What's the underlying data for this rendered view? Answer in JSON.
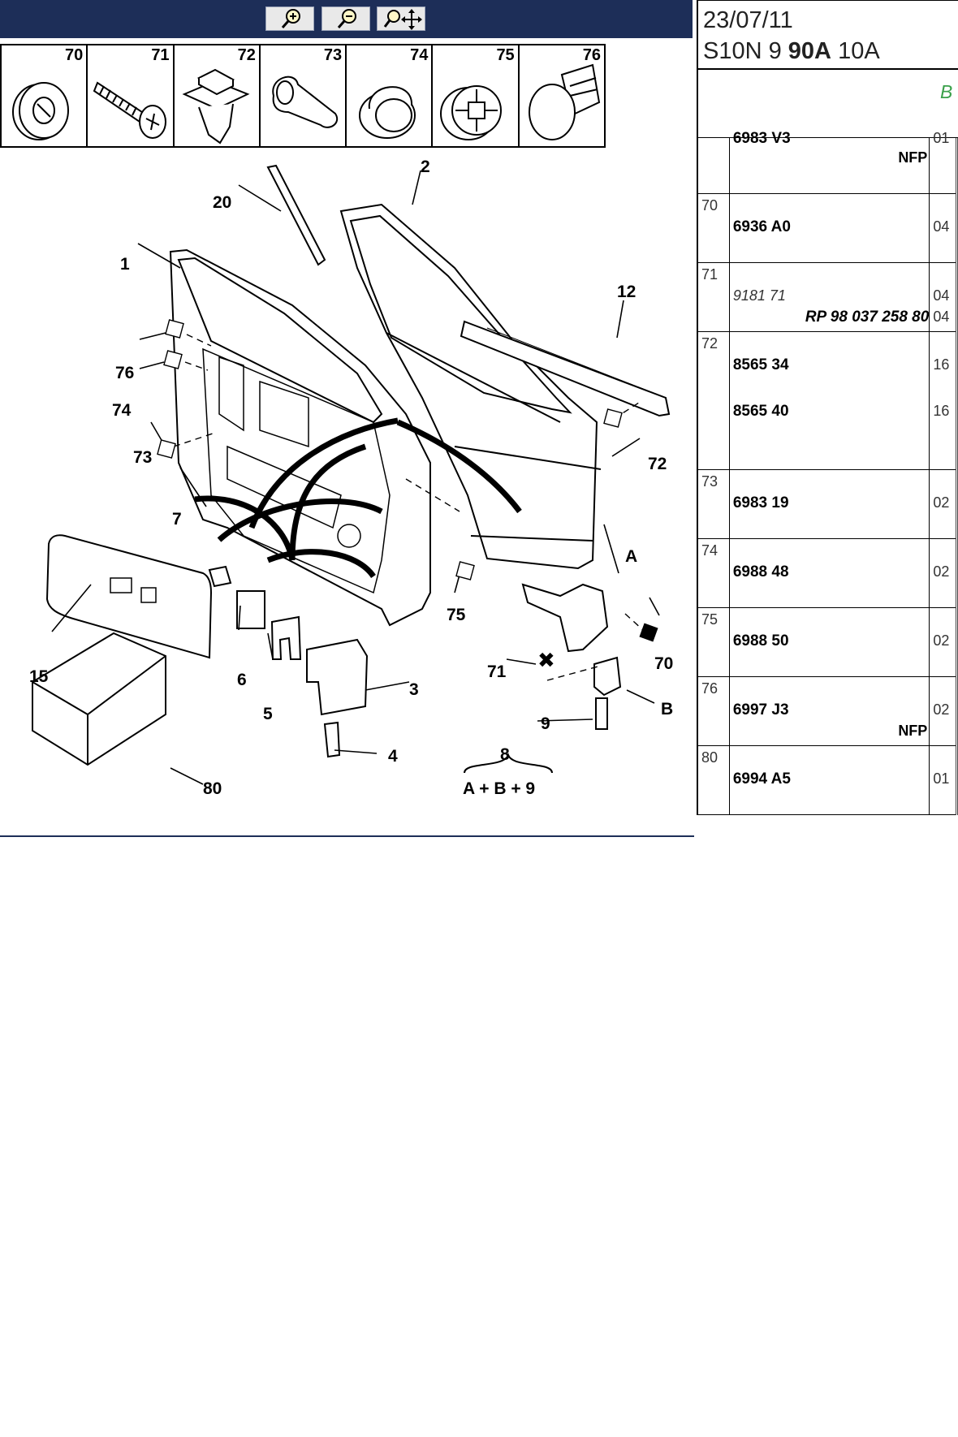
{
  "toolbar": {
    "buttons": [
      {
        "name": "zoom-in-button",
        "icon": "zoom-in-icon"
      },
      {
        "name": "zoom-out-button",
        "icon": "zoom-out-icon"
      },
      {
        "name": "zoom-pan-button",
        "icon": "zoom-move-icon"
      }
    ]
  },
  "thumbnails": [
    "70",
    "71",
    "72",
    "73",
    "74",
    "75",
    "76"
  ],
  "diagram": {
    "callouts": [
      "1",
      "2",
      "20",
      "12",
      "76",
      "74",
      "73",
      "7",
      "15",
      "6",
      "5",
      "3",
      "4",
      "80",
      "75",
      "72",
      "A",
      "70",
      "71",
      "B",
      "9",
      "8"
    ],
    "formula": "A + B + 9"
  },
  "header": {
    "date": "23/07/11",
    "code_prefix": "S10N 9",
    "code_bold": "90A",
    "code_suffix": "10A",
    "subheader_text": "B"
  },
  "parts": {
    "top_partial": {
      "ref": "6983 V3",
      "note": "NFP",
      "qty": "01"
    },
    "rows": [
      {
        "item": "70",
        "ref": "6936 A0",
        "qty": "04"
      },
      {
        "item": "71",
        "ref": "9181 71",
        "ref2": "RP 98 037 258 80",
        "qty": "04",
        "qty2": "04"
      },
      {
        "item": "72",
        "ref": "8565 34",
        "ref2": "8565 40",
        "qty": "16",
        "qty2": "16"
      },
      {
        "item": "73",
        "ref": "6983 19",
        "qty": "02"
      },
      {
        "item": "74",
        "ref": "6988 48",
        "qty": "02"
      },
      {
        "item": "75",
        "ref": "6988 50",
        "qty": "02"
      },
      {
        "item": "76",
        "ref": "6997 J3",
        "note": "NFP",
        "qty": "02"
      },
      {
        "item": "80",
        "ref": "6994 A5",
        "qty": "01"
      }
    ]
  }
}
